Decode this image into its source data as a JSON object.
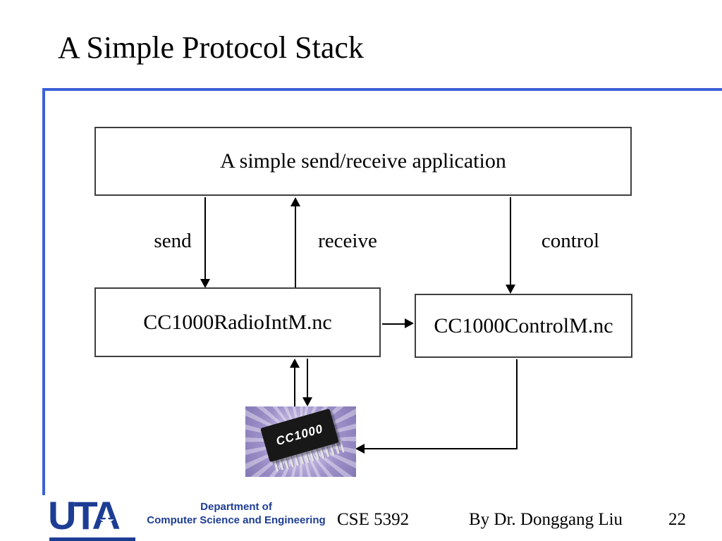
{
  "slide": {
    "title": "A Simple Protocol Stack"
  },
  "diagram": {
    "app_box": "A simple send/receive application",
    "radio_box": "CC1000RadioIntM.nc",
    "control_box": "CC1000ControlM.nc",
    "labels": {
      "send": "send",
      "receive": "receive",
      "control": "control"
    },
    "chip_label": "CC1000"
  },
  "footer": {
    "logo": "UTA",
    "star_icon": "★",
    "dept_line1": "Department of",
    "dept_line2": "Computer Science and Engineering",
    "course": "CSE 5392",
    "author": "By Dr. Donggang Liu",
    "page_number": "22"
  },
  "colors": {
    "frame_blue": "#3c61d8",
    "box_border": "#3f3f3f",
    "uta_blue": "#1d3d94",
    "chip_purple": "#9c8fc8"
  }
}
